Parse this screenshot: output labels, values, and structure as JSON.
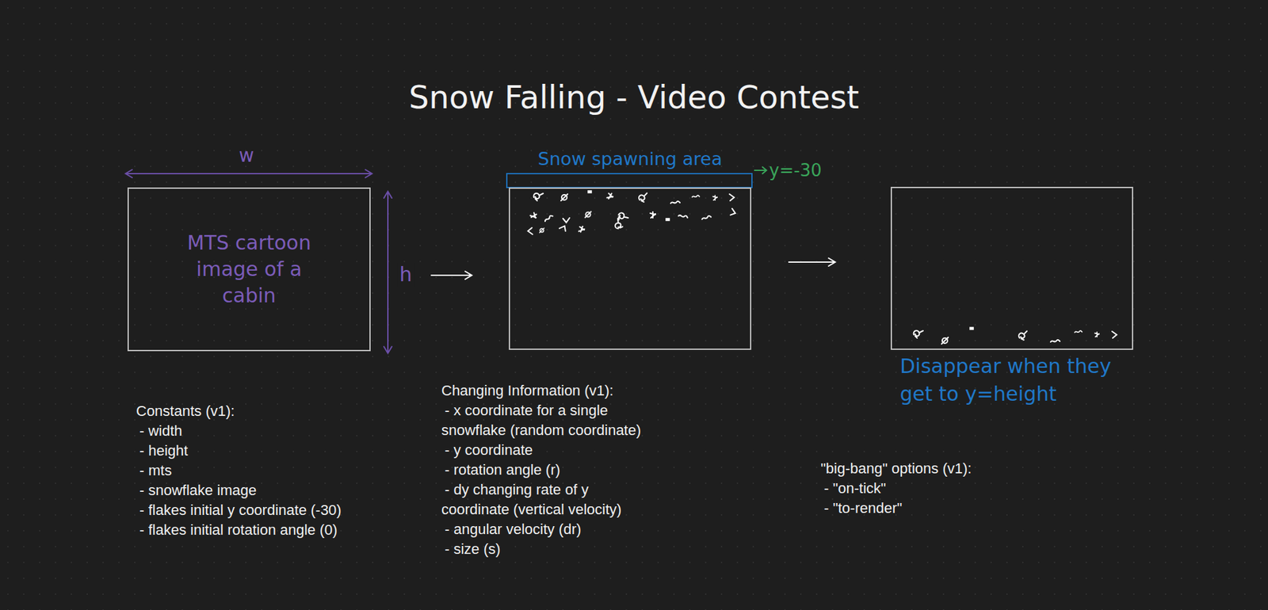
{
  "diagram": {
    "title": "Snow Falling - Video Contest",
    "nodes": [
      {
        "text": [
          "MTS cartoon image of a cabin"
        ]
      },
      {
        "text": [
          "Snow spawning area"
        ]
      },
      {
        "text": [
          "Disappear when they get to y=height"
        ]
      }
    ],
    "edges": [
      {
        "from": 0,
        "to": 1,
        "arrow": "to"
      },
      {
        "from": 1,
        "to": 2,
        "arrow": "to"
      }
    ],
    "labels": [
      "w",
      "h",
      "y=-30",
      "Constants (v1):",
      "- width",
      "- height",
      "- mts",
      "- snowflake image",
      "- flakes initial y coordinate (-30)",
      "- flakes initial rotation angle (0)",
      "Changing Information (v1):",
      "- x coordinate for a single snowflake (random coordinate)",
      "- y coordinate",
      "- rotation angle (r)",
      "- dy changing rate of y coordinate (vertical velocity)",
      "- angular velocity (dr)",
      "- size (s)",
      "\"big-bang\" options (v1):",
      "- \"on-tick\"",
      "- \"to-render\""
    ]
  }
}
